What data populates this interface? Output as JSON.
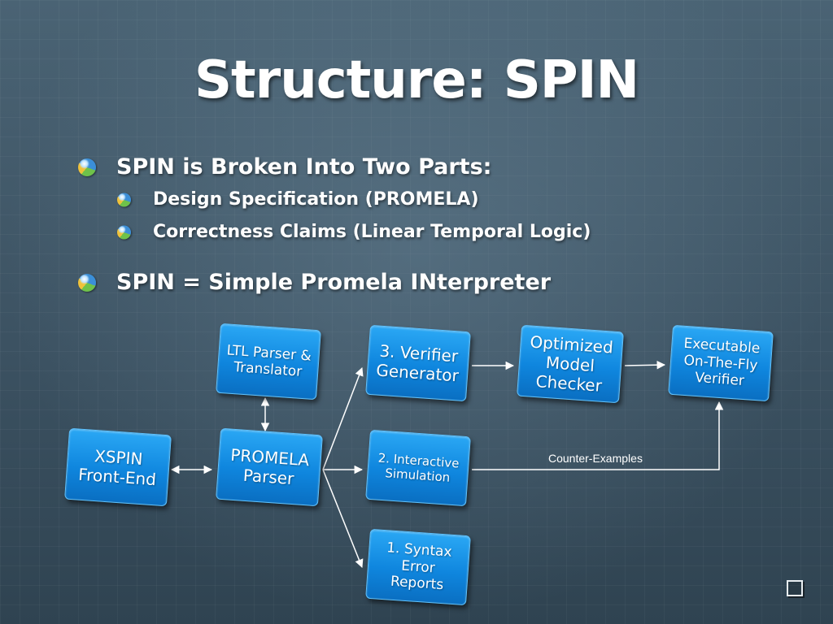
{
  "title": "Structure: SPIN",
  "bullets": {
    "level1_a": "SPIN is Broken Into Two Parts:",
    "level2_a": "Design Specification (PROMELA)",
    "level2_b": "Correctness Claims (Linear Temporal Logic)",
    "level1_b": "SPIN = Simple Promela INterpreter",
    "bullet_icon": "globe-bullet-icon"
  },
  "diagram": {
    "nodes": {
      "xspin": "XSPIN\nFront-End",
      "promela_parser": "PROMELA\nParser",
      "ltl_parser": "LTL Parser &\nTranslator",
      "verifier_generator": "3. Verifier\nGenerator",
      "interactive_simulation": "2. Interactive\nSimulation",
      "syntax_error_reports": "1. Syntax\nError\nReports",
      "optimized_model_checker": "Optimized\nModel\nChecker",
      "executable_verifier": "Executable\nOn-The-Fly\nVerifier"
    },
    "edge_label": "Counter-Examples",
    "colors": {
      "box_fill": "#0f86de",
      "box_border": "#5cc2ff",
      "arrow": "#ffffff",
      "background": "#3f5565"
    }
  },
  "footer": {
    "corner_icon": "square-icon"
  }
}
